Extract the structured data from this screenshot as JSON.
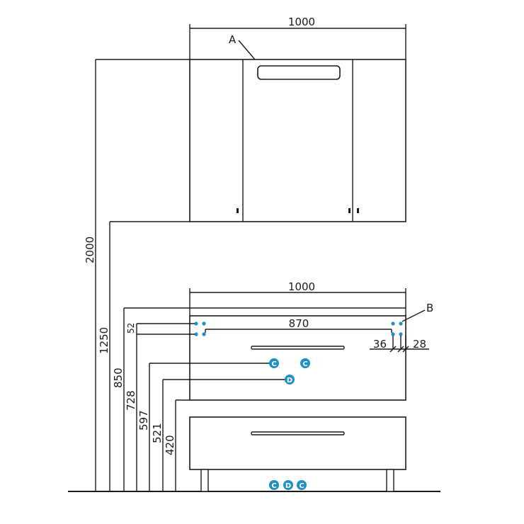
{
  "colors": {
    "line": "#1a1a1a",
    "marker": "#1f8fc4",
    "badge": "#1f8fc4"
  },
  "dimensions": {
    "mirror_width": "1000",
    "cabinet_width": "1000",
    "mount_spacing": "870",
    "height_2000": "2000",
    "height_1250": "1250",
    "height_850": "850",
    "height_728": "728",
    "height_597": "597",
    "height_521": "521",
    "height_420": "420",
    "offset_52": "52",
    "offset_36": "36",
    "offset_28": "28"
  },
  "labels": {
    "a": "A",
    "b": "B"
  },
  "badges": {
    "c": "C",
    "d": "D"
  }
}
